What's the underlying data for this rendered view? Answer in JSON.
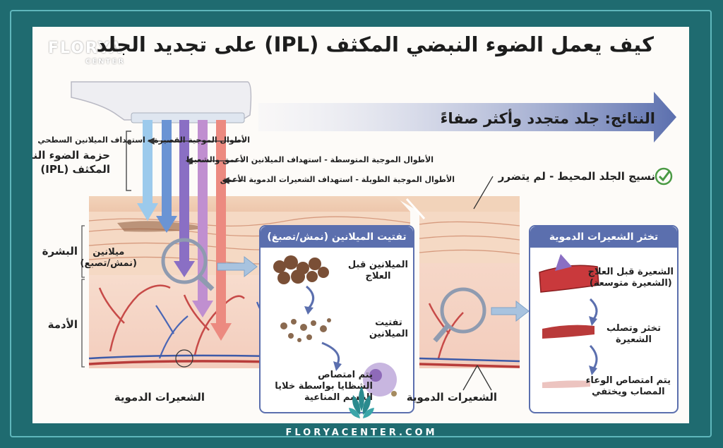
{
  "title": "كيف يعمل الضوء النبضي المكثف (IPL) على تجديد الجلد",
  "brand": {
    "name": "FLORYA",
    "sub": "CENTER",
    "footer": "FLORYACENTER.COM"
  },
  "result": "النتائج: جلد متجدد وأكثر صفاءً",
  "beam_label": [
    "حزمة الضوء النبضي",
    "المكثف (IPL)"
  ],
  "wavelengths": [
    "الأطوال الموجية القصيرة - استهداف الميلانين السطحي",
    "الأطوال الموجية المتوسطة - استهداف الميلانين الأعمق والشعيرا",
    "الأطوال الموجية الطويلة - استهداف الشعيرات الدموية الأعمق"
  ],
  "surrounding": "نسيج الجلد المحيط - لم يتضرر",
  "layers": {
    "epidermis": "البشرة",
    "dermis": "الأدمة",
    "melanin": [
      "ميلانين",
      "(نمش/تصبع)"
    ],
    "capillaries": "الشعيرات الدموية",
    "capillaries2": "الشعيرات الدموية"
  },
  "melanin_box": {
    "title": "تفتيت الميلانين (نمش/تصبغ)",
    "step1": [
      "الميلانين قبل",
      "العلاج"
    ],
    "step2": [
      "تفتيت",
      "الميلانين"
    ],
    "step3": [
      "يتم امتصاص",
      "الشظايا بواسطة خلايا",
      "الجسم المناعية"
    ]
  },
  "capillary_box": {
    "title": "تخثر الشعيرات الدموية الدقيقة",
    "step1": [
      "الشعيرة قبل العلاج",
      "(الشعيرة متوسعة)"
    ],
    "step2": [
      "تخثر وتصلب",
      "الشعيرة"
    ],
    "step3": [
      "يتم امتصاص الوعاء",
      "المصاب ويختفي"
    ]
  },
  "colors": {
    "frame": "#1f6b70",
    "accent": "#5b6fae",
    "beam_short": "#7fb7e0",
    "beam_mid": "#4f7fc6",
    "beam_violet": "#8a6fc4",
    "beam_purple": "#b080c8",
    "beam_red": "#e07a6e"
  }
}
